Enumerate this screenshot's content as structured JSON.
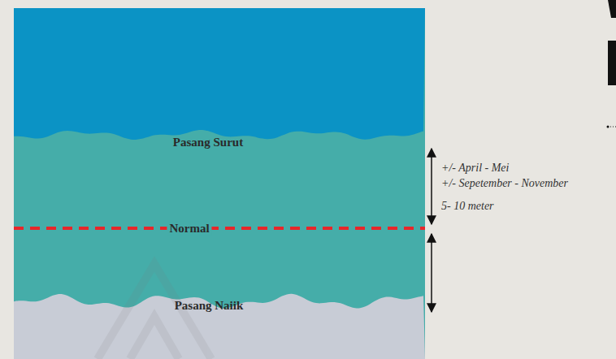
{
  "diagram": {
    "labels": [
      "Pasang Surut",
      "Normal",
      "Pasang Naiik",
      "+/- April - Mei",
      "+/- Sepetember - November",
      "5- 10 meter"
    ]
  }
}
